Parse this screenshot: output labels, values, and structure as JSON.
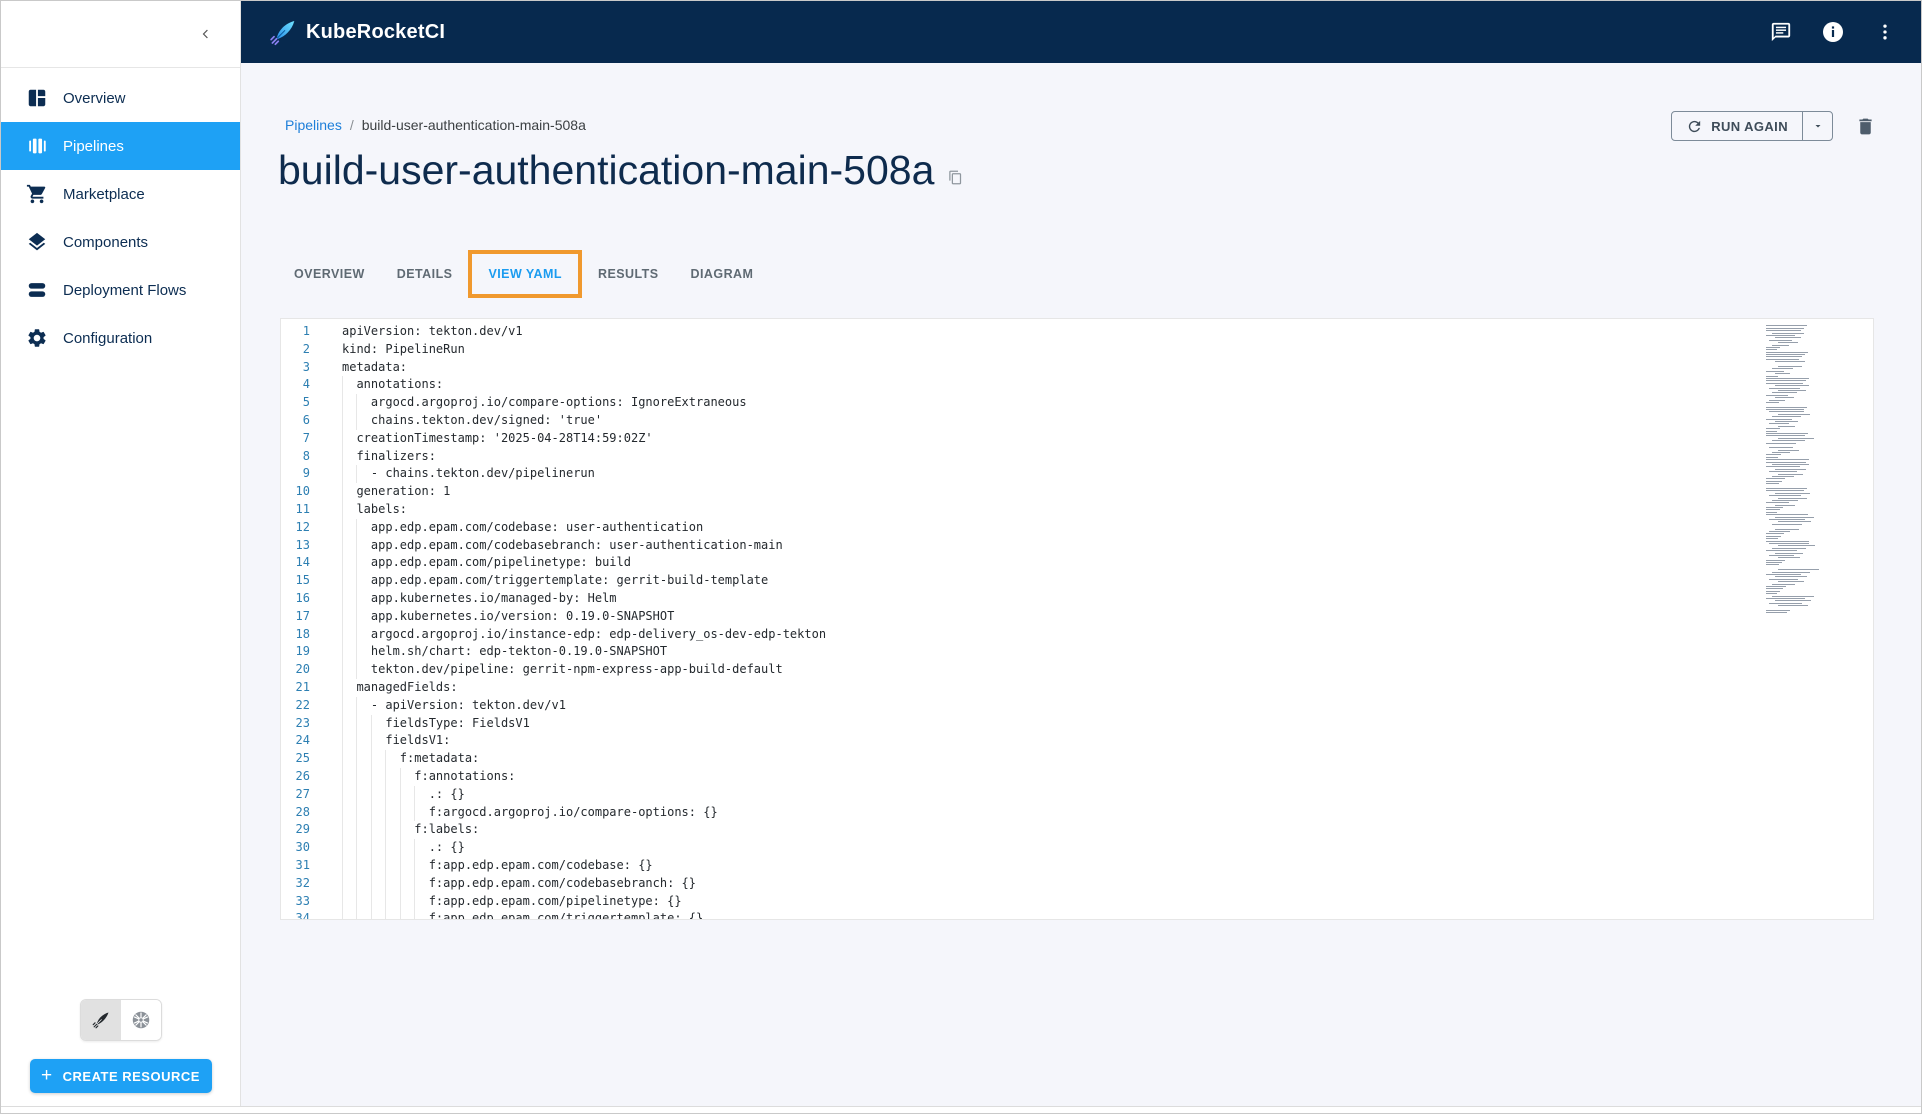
{
  "app_bar": {
    "brand": "KubeRocketCI",
    "icons": [
      "feedback-chat-icon",
      "info-icon",
      "kebab-menu-icon"
    ]
  },
  "sidebar": {
    "items": [
      {
        "label": "Overview",
        "icon": "dashboard-icon",
        "active": false
      },
      {
        "label": "Pipelines",
        "icon": "pipelines-icon",
        "active": true
      },
      {
        "label": "Marketplace",
        "icon": "cart-icon",
        "active": false
      },
      {
        "label": "Components",
        "icon": "layers-icon",
        "active": false
      },
      {
        "label": "Deployment Flows",
        "icon": "flows-icon",
        "active": false
      },
      {
        "label": "Configuration",
        "icon": "gear-icon",
        "active": false
      }
    ],
    "create_button_label": "CREATE RESOURCE"
  },
  "breadcrumb": {
    "parent": "Pipelines",
    "separator": "/",
    "current": "build-user-authentication-main-508a"
  },
  "page": {
    "title": "build-user-authentication-main-508a"
  },
  "actions": {
    "run_again_label": "RUN AGAIN"
  },
  "tabs": [
    {
      "label": "OVERVIEW",
      "active": false
    },
    {
      "label": "DETAILS",
      "active": false
    },
    {
      "label": "VIEW YAML",
      "active": true
    },
    {
      "label": "RESULTS",
      "active": false
    },
    {
      "label": "DIAGRAM",
      "active": false
    }
  ],
  "editor": {
    "language": "yaml",
    "lines": [
      "apiVersion: tekton.dev/v1",
      "kind: PipelineRun",
      "metadata:",
      "  annotations:",
      "    argocd.argoproj.io/compare-options: IgnoreExtraneous",
      "    chains.tekton.dev/signed: 'true'",
      "  creationTimestamp: '2025-04-28T14:59:02Z'",
      "  finalizers:",
      "    - chains.tekton.dev/pipelinerun",
      "  generation: 1",
      "  labels:",
      "    app.edp.epam.com/codebase: user-authentication",
      "    app.edp.epam.com/codebasebranch: user-authentication-main",
      "    app.edp.epam.com/pipelinetype: build",
      "    app.edp.epam.com/triggertemplate: gerrit-build-template",
      "    app.kubernetes.io/managed-by: Helm",
      "    app.kubernetes.io/version: 0.19.0-SNAPSHOT",
      "    argocd.argoproj.io/instance-edp: edp-delivery_os-dev-edp-tekton",
      "    helm.sh/chart: edp-tekton-0.19.0-SNAPSHOT",
      "    tekton.dev/pipeline: gerrit-npm-express-app-build-default",
      "  managedFields:",
      "    - apiVersion: tekton.dev/v1",
      "      fieldsType: FieldsV1",
      "      fieldsV1:",
      "        f:metadata:",
      "          f:annotations:",
      "            .: {}",
      "            f:argocd.argoproj.io/compare-options: {}",
      "          f:labels:",
      "            .: {}",
      "            f:app.edp.epam.com/codebase: {}",
      "            f:app.edp.epam.com/codebasebranch: {}",
      "            f:app.edp.epam.com/pipelinetype: {}",
      "            f:app.edp.epam.com/triggertemplate: {}"
    ]
  },
  "colors": {
    "appbar_bg": "#07294E",
    "primary_blue": "#1EA1F5",
    "link_blue": "#1E7FD9",
    "active_tab_blue": "#1B9CF0",
    "highlight_orange": "#F0992E",
    "title_navy": "#0E2B4D",
    "content_bg": "#F5F6FB",
    "line_number_blue": "#2D7FB2",
    "code_text": "#24292E"
  }
}
